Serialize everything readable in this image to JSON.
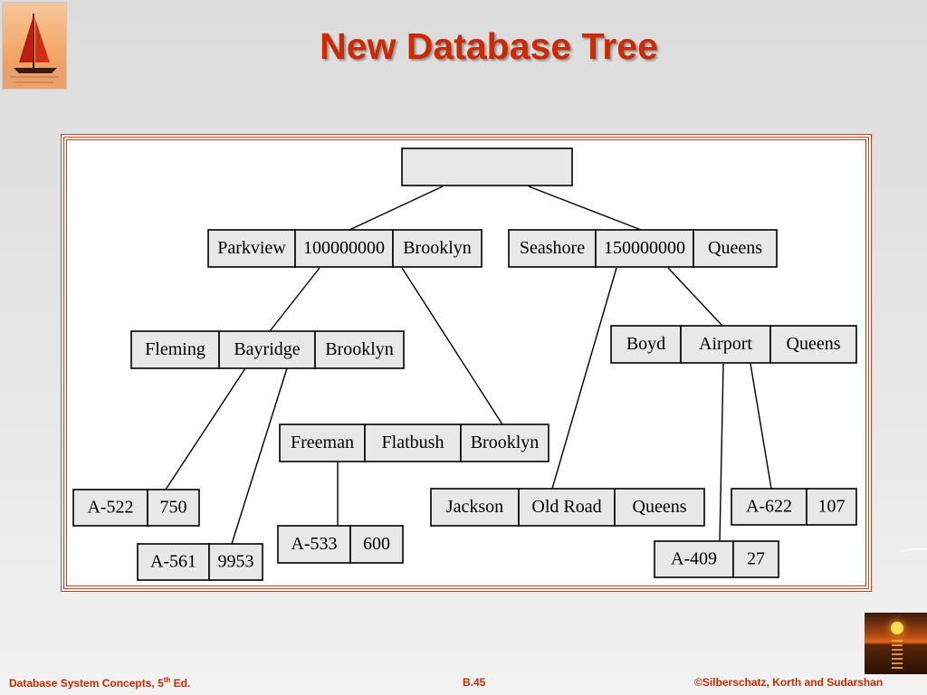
{
  "slide": {
    "title": "New Database Tree",
    "footer_left_main": "Database System Concepts, 5",
    "footer_left_sup": "th",
    "footer_left_end": " Ed.",
    "footer_center": "B.45",
    "footer_right": "©Silberschatz, Korth and Sudarshan"
  },
  "tree": {
    "root": [
      ""
    ],
    "branch_parkview": [
      "Parkview",
      "100000000",
      "Brooklyn"
    ],
    "branch_seashore": [
      "Seashore",
      "150000000",
      "Queens"
    ],
    "cust_fleming": [
      "Fleming",
      "Bayridge",
      "Brooklyn"
    ],
    "cust_freeman": [
      "Freeman",
      "Flatbush",
      "Brooklyn"
    ],
    "cust_boyd": [
      "Boyd",
      "Airport",
      "Queens"
    ],
    "cust_jackson": [
      "Jackson",
      "Old Road",
      "Queens"
    ],
    "acct_a522": [
      "A-522",
      "750"
    ],
    "acct_a561": [
      "A-561",
      "9953"
    ],
    "acct_a533": [
      "A-533",
      "600"
    ],
    "acct_a409": [
      "A-409",
      "27"
    ],
    "acct_a622": [
      "A-622",
      "107"
    ]
  }
}
